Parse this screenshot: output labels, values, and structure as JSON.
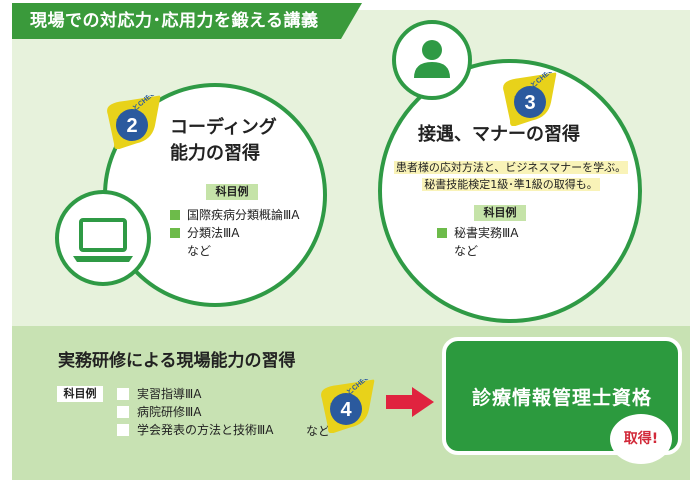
{
  "header": {
    "title": "現場での対応力･応用力を鍛える講義"
  },
  "check_badges": {
    "label": "ピカッとCHECK!",
    "num2": "2",
    "num3": "3",
    "num4": "4"
  },
  "left_circle": {
    "title_line1": "コーディング",
    "title_line2": "能力の習得",
    "subjects_label": "科目例",
    "subjects": [
      "国際疾病分類概論ⅢA",
      "分類法ⅢA"
    ],
    "etc": "など"
  },
  "right_circle": {
    "title": "接遇、マナーの習得",
    "desc_line1": "患者様の応対方法と、ビジネスマナーを学ぶ。",
    "desc_line2": "秘書技能検定1級･準1級の取得も。",
    "subjects_label": "科目例",
    "subjects": [
      "秘書実務ⅢA"
    ],
    "etc": "など"
  },
  "bottom": {
    "title": "実務研修による現場能力の習得",
    "subjects_label": "科目例",
    "subjects": [
      "実習指導ⅢA",
      "病院研修ⅢA",
      "学会発表の方法と技術ⅢA"
    ],
    "etc": "など"
  },
  "certificate": {
    "name": "診療情報管理士資格",
    "get_label": "取得!"
  },
  "colors": {
    "header_green": "#3a9a3b",
    "circle_border": "#2f9a45",
    "band_light": "#e7f2dc",
    "band_mid": "#c8e2b3",
    "cert_green": "#2c9a3e",
    "check_blue": "#2b5a9e",
    "check_yellow": "#e8d21a",
    "arrow_red": "#e0233f",
    "accent_red": "#d22a3a"
  },
  "icons": [
    "laptop-icon",
    "person-icon",
    "arrow-right-icon",
    "check-badge-icon"
  ]
}
